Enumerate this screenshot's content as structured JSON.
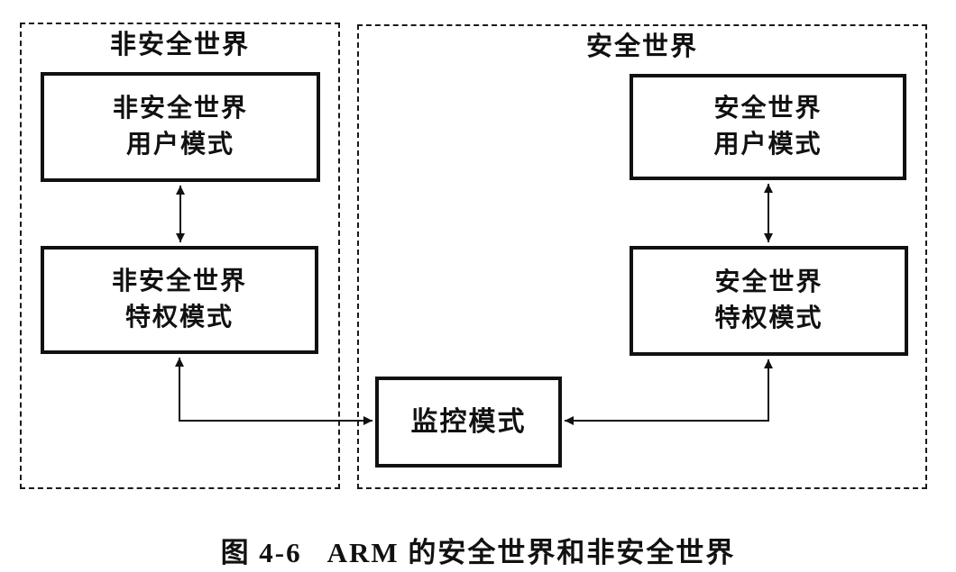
{
  "figure": {
    "caption_label": "图 4-6",
    "caption_text": "ARM 的安全世界和非安全世界"
  },
  "worlds": {
    "non_secure": {
      "title": "非安全世界",
      "user_box": {
        "line1": "非安全世界",
        "line2": "用户模式"
      },
      "priv_box": {
        "line1": "非安全世界",
        "line2": "特权模式"
      }
    },
    "secure": {
      "title": "安全世界",
      "user_box": {
        "line1": "安全世界",
        "line2": "用户模式"
      },
      "priv_box": {
        "line1": "安全世界",
        "line2": "特权模式"
      }
    },
    "monitor": {
      "label": "监控模式"
    }
  },
  "colors": {
    "ink": "#111111",
    "background": "#ffffff"
  }
}
